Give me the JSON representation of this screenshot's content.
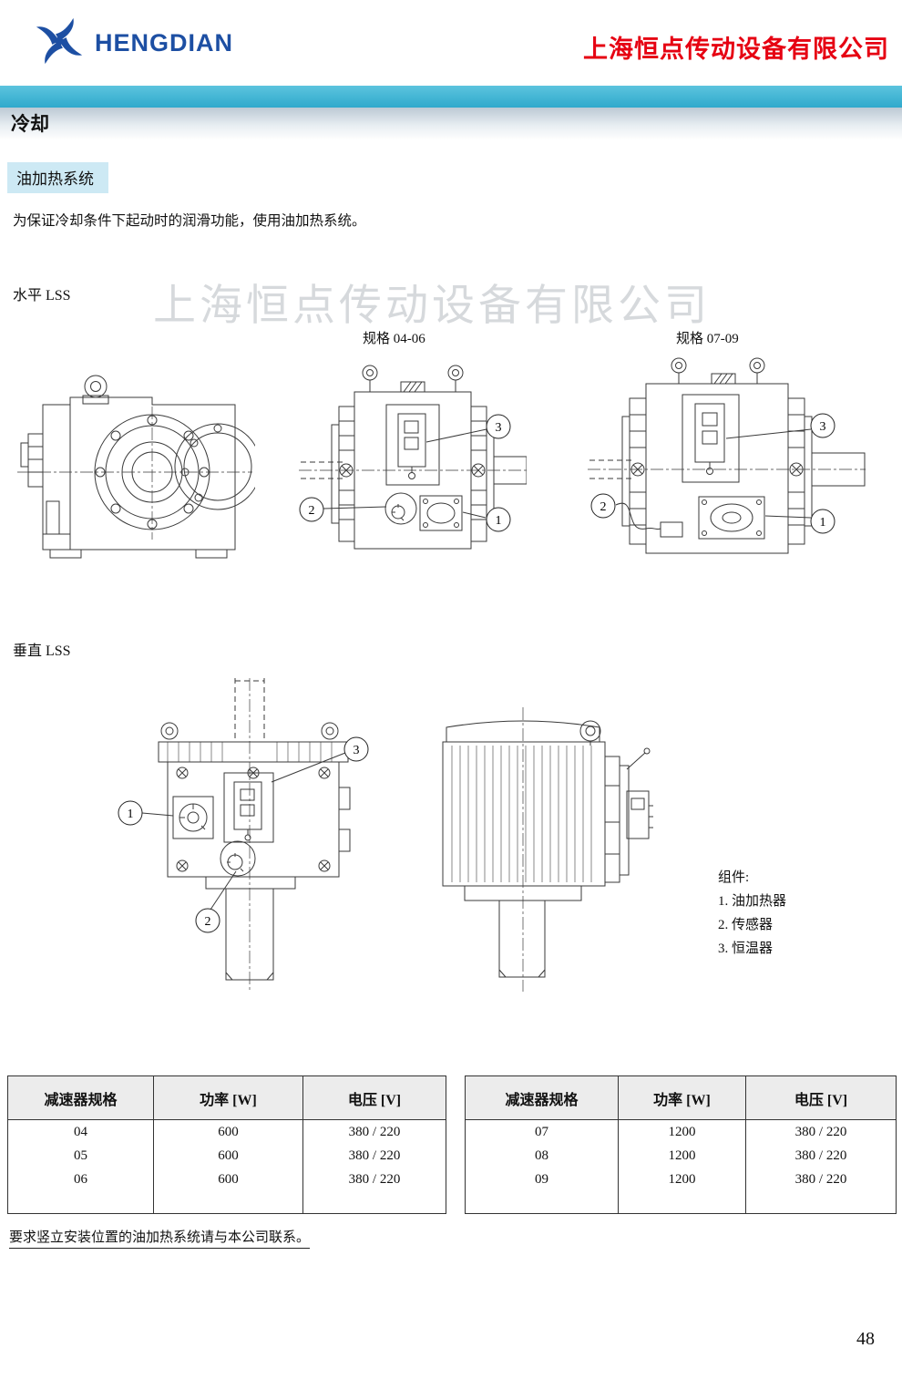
{
  "page": {
    "number": "48"
  },
  "header": {
    "brand": "HENGDIAN",
    "company": "上海恒点传动设备有限公司",
    "brand_color": "#1d4fa3",
    "company_color": "#e60012",
    "bar_color": "#3fb8da"
  },
  "section": {
    "title": "冷却",
    "subsection": "油加热系统",
    "intro": "为保证冷却条件下起动时的润滑功能，使用油加热系统。"
  },
  "watermark": "上海恒点传动设备有限公司",
  "figures": {
    "horizontal_label": "水平 LSS",
    "vertical_label": "垂直 LSS",
    "spec_label_small": "规格 04-06",
    "spec_label_large": "规格 07-09",
    "callouts": [
      "1",
      "2",
      "3"
    ]
  },
  "legend": {
    "title": "组件:",
    "items": [
      "1.  油加热器",
      "2.  传感器",
      "3.  恒温器"
    ]
  },
  "tables": [
    {
      "headers": [
        "减速器规格",
        "功率 [W]",
        "电压 [V]"
      ],
      "rows": [
        [
          "04",
          "600",
          "380 / 220"
        ],
        [
          "05",
          "600",
          "380 / 220"
        ],
        [
          "06",
          "600",
          "380 / 220"
        ]
      ]
    },
    {
      "headers": [
        "减速器规格",
        "功率 [W]",
        "电压 [V]"
      ],
      "rows": [
        [
          "07",
          "1200",
          "380 / 220"
        ],
        [
          "08",
          "1200",
          "380 / 220"
        ],
        [
          "09",
          "1200",
          "380 / 220"
        ]
      ]
    }
  ],
  "footer_note": "要求竖立安装位置的油加热系统请与本公司联系。"
}
